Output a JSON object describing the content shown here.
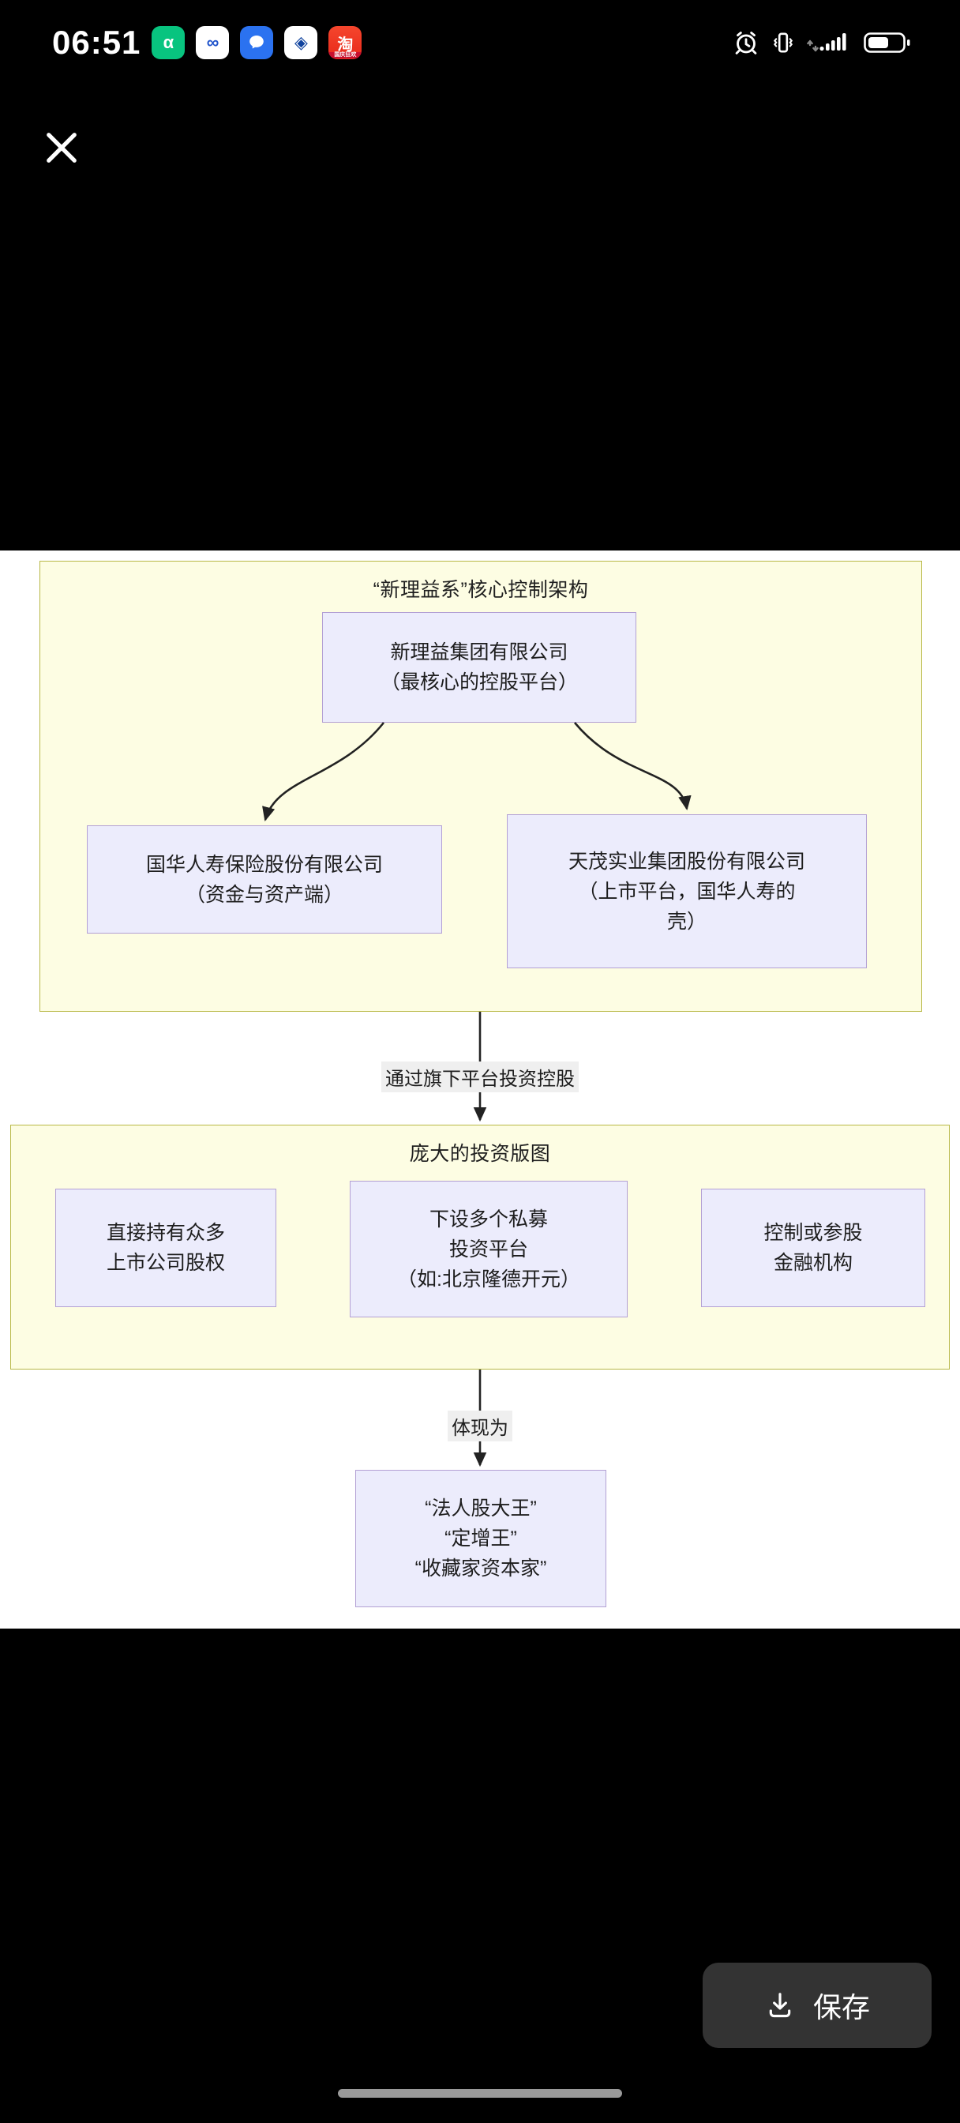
{
  "statusbar": {
    "time": "06:51",
    "app_icons": [
      {
        "name": "app-icon-green",
        "glyph": "α"
      },
      {
        "name": "app-icon-white-loop",
        "glyph": "∞"
      },
      {
        "name": "app-icon-message",
        "glyph": "💬"
      },
      {
        "name": "app-icon-bank",
        "glyph": "◈"
      },
      {
        "name": "app-icon-taobao",
        "glyph": "淘",
        "sub": "国庆狂欢"
      }
    ],
    "indicators": [
      "alarm-icon",
      "vibrate-icon",
      "signal-icon",
      "battery-icon"
    ]
  },
  "close_button": {
    "label": "×",
    "name": "close-icon"
  },
  "diagram": {
    "sections": [
      {
        "id": "sect1",
        "title": "“新理益系”核心控制架构",
        "nodes": [
          {
            "id": "n-root",
            "lines": [
              "新理益集团有限公司",
              "（最核心的控股平台）"
            ]
          },
          {
            "id": "n-left",
            "lines": [
              "国华人寿保险股份有限公司",
              "（资金与资产端）"
            ]
          },
          {
            "id": "n-right",
            "lines": [
              "天茂实业集团股份有限公司",
              "（上市平台，国华人寿的",
              "壳）"
            ]
          }
        ]
      },
      {
        "id": "sect2",
        "title": "庞大的投资版图",
        "nodes": [
          {
            "id": "n-b1",
            "lines": [
              "直接持有众多",
              "上市公司股权"
            ]
          },
          {
            "id": "n-b2",
            "lines": [
              "下设多个私募",
              "投资平台",
              "（如:北京隆德开元）"
            ]
          },
          {
            "id": "n-b3",
            "lines": [
              "控制或参股",
              "金融机构"
            ]
          }
        ]
      }
    ],
    "edge_labels": [
      {
        "id": "lbl-1",
        "text": "通过旗下平台投资控股"
      },
      {
        "id": "lbl-2",
        "text": "体现为"
      }
    ],
    "final_node": {
      "id": "n-final",
      "lines": [
        "“法人股大王”",
        "“定增王”",
        "“收藏家资本家”"
      ]
    },
    "colors": {
      "section_fill": "#fdfde3",
      "section_border": "#b8b845",
      "node_fill": "#ececfc",
      "node_border": "#b3a0d4",
      "edge_label_bg": "#efefef",
      "connector": "#222222",
      "canvas": "#ffffff"
    }
  },
  "save_button": {
    "label": "保存",
    "icon": "download-icon"
  }
}
